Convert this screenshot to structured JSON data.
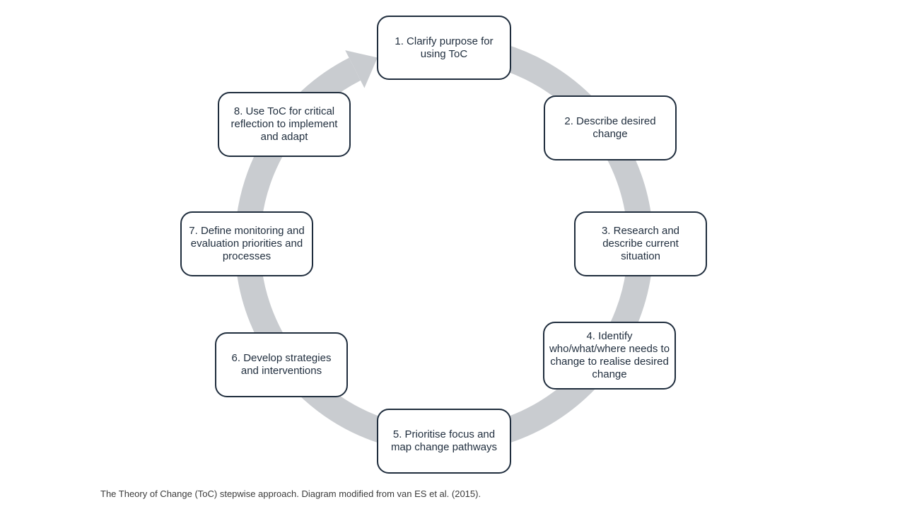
{
  "colors": {
    "background": "#ffffff",
    "box_border": "#1f2d3d",
    "box_text": "#1f2d3d",
    "ring": "#c9ccd0",
    "caption_text": "#3b3b3b"
  },
  "diagram": {
    "steps": [
      {
        "label": "1. Clarify purpose for using ToC"
      },
      {
        "label": "2. Describe desired change"
      },
      {
        "label": "3. Research and describe current situation"
      },
      {
        "label": "4. Identify who/what/where needs to change to realise desired change"
      },
      {
        "label": "5. Prioritise focus and map change pathways"
      },
      {
        "label": "6. Develop strategies and interventions"
      },
      {
        "label": "7. Define monitoring and evaluation priorities and processes"
      },
      {
        "label": "8. Use ToC for critical reflection to implement and adapt"
      }
    ]
  },
  "caption": "The Theory of Change (ToC) stepwise approach. Diagram modified from van ES et al. (2015)."
}
